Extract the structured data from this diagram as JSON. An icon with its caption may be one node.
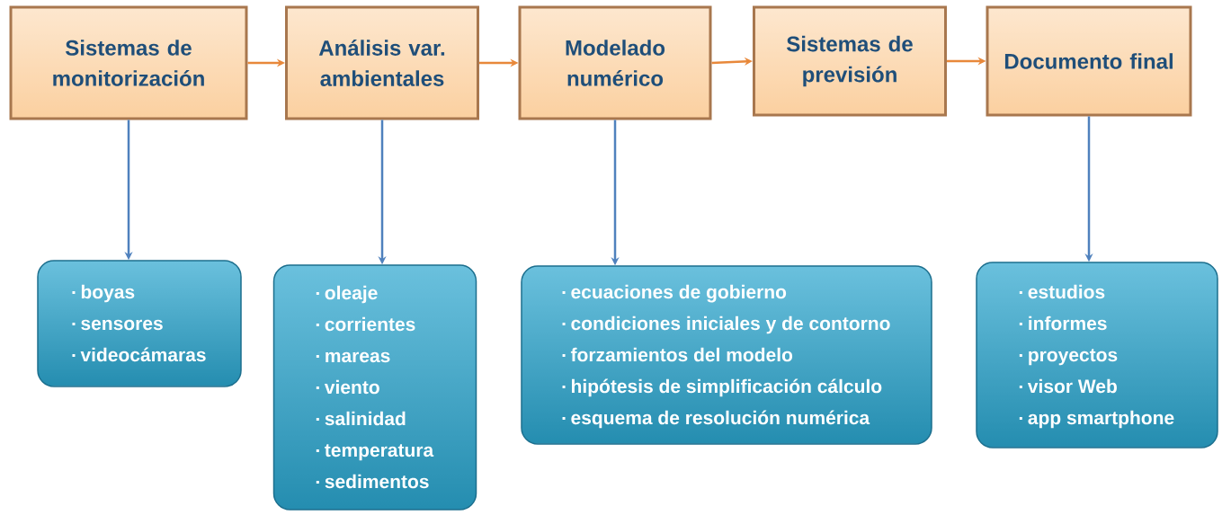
{
  "diagram": {
    "nodes": [
      {
        "text": [
          "Sistemas de monitorización"
        ]
      },
      {
        "text": [
          "Análisis var. ambientales"
        ]
      },
      {
        "text": [
          "Modelado numérico"
        ]
      },
      {
        "text": [
          "Sistemas de previsión"
        ]
      },
      {
        "text": [
          "Documento final"
        ]
      },
      {
        "text": [
          "boyas",
          "sensores",
          "videocámaras"
        ]
      },
      {
        "text": [
          "oleaje",
          "corrientes",
          "mareas",
          "viento",
          "salinidad",
          "temperatura",
          "sedimentos"
        ]
      },
      {
        "text": [
          "ecuaciones de gobierno",
          "condiciones iniciales y de contorno",
          "forzamientos del modelo",
          "hipótesis de simplificación cálculo",
          "esquema de resolución numérica"
        ]
      },
      {
        "text": [
          "estudios",
          "informes",
          "proyectos",
          "visor Web",
          "app smartphone"
        ]
      }
    ],
    "edges": [
      {
        "from": 0,
        "to": 1,
        "arrow": "to",
        "color": "#e8883a"
      },
      {
        "from": 1,
        "to": 2,
        "arrow": "to",
        "color": "#e8883a"
      },
      {
        "from": 2,
        "to": 3,
        "arrow": "to",
        "color": "#e8883a"
      },
      {
        "from": 3,
        "to": 4,
        "arrow": "to",
        "color": "#e8883a"
      },
      {
        "from": 0,
        "to": 5,
        "arrow": "to",
        "color": "#4f81bd"
      },
      {
        "from": 1,
        "to": 6,
        "arrow": "to",
        "color": "#4f81bd"
      },
      {
        "from": 2,
        "to": 7,
        "arrow": "to",
        "color": "#4f81bd"
      },
      {
        "from": 4,
        "to": 8,
        "arrow": "to",
        "color": "#4f81bd"
      }
    ]
  }
}
